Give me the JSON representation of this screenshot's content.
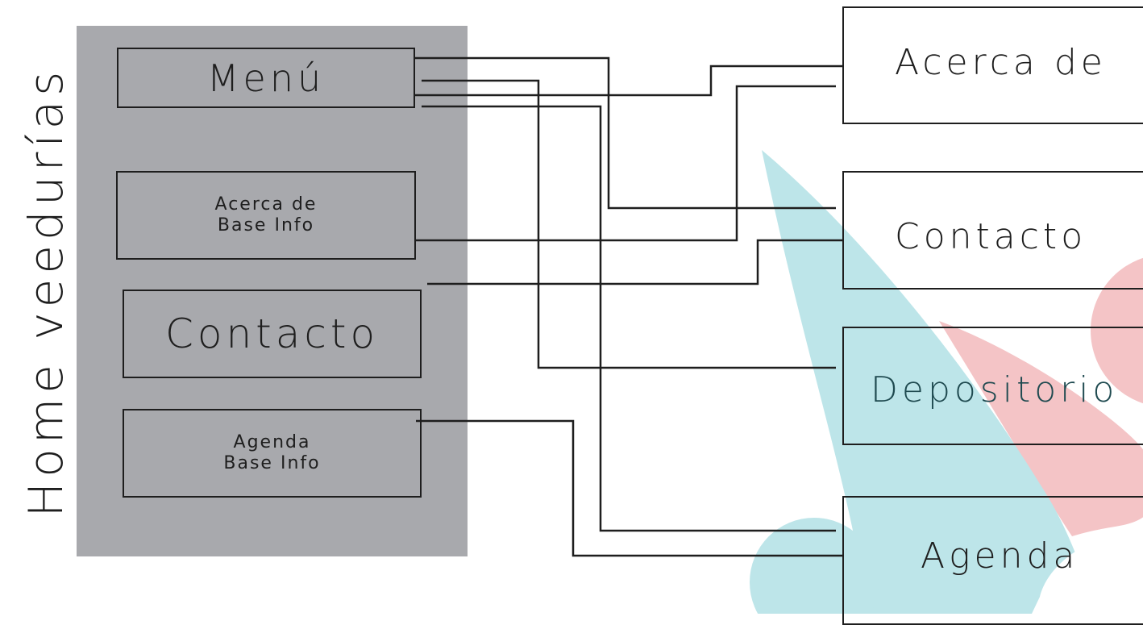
{
  "page_title": "Home veedurías",
  "left_panel": {
    "menu": "Menú",
    "about_line1": "Acerca de",
    "about_line2": "Base Info",
    "contact": "Contacto",
    "agenda_line1": "Agenda",
    "agenda_line2": "Base Info"
  },
  "pages": {
    "about": "Acerca de",
    "contact": "Contacto",
    "repository": "Depositorio",
    "agenda": "Agenda"
  },
  "colors": {
    "panel": "#a8a9ad",
    "teal_shape": "#bde5e9",
    "pink_shape": "#f4c4c6",
    "line": "#1e1e1e"
  }
}
